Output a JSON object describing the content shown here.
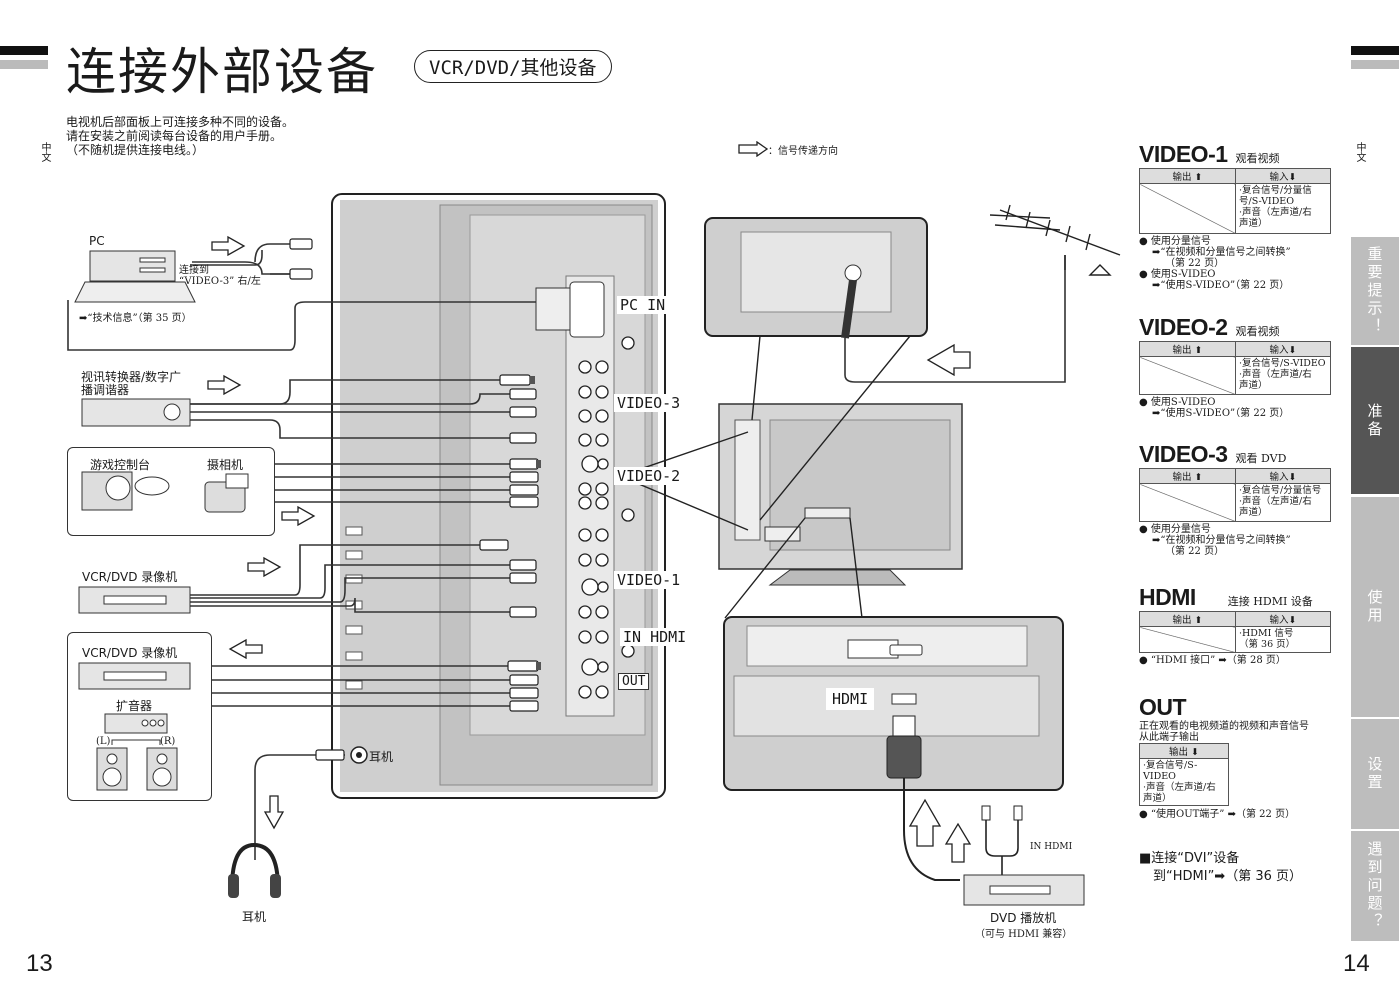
{
  "header": {
    "title": "连接外部设备",
    "subtitle": "VCR/DVD/其他设备"
  },
  "intro": {
    "line1": "电视机后部面板上可连接多种不同的设备。",
    "line2": "请在安装之前阅读每台设备的用户手册。",
    "line3": "（不随机提供连接电线。）"
  },
  "side_label": "中文",
  "legend": {
    "text": "：信号传递方向"
  },
  "pages": {
    "left": "13",
    "right": "14"
  },
  "devices": {
    "pc": "PC",
    "pc_connect_1": "连接到",
    "pc_connect_2": "“VIDEO-3” 右/左",
    "pc_ref": "➡“技术信息”（第 35 页）",
    "tuner_1": "视讯转换器/数字广",
    "tuner_2": "播调谐器",
    "game": "游戏控制台",
    "camcorder": "摄相机",
    "vcr_in": "VCR/DVD 录像机",
    "vcr_out": "VCR/DVD 录像机",
    "amp": "扩音器",
    "speaker_l": "(L)",
    "speaker_r": "(R)",
    "headphone_jack": "耳机",
    "headphones": "耳机",
    "dvd": "DVD 播放机",
    "dvd_note": "（可与 HDMI 兼容）",
    "in_hdmi_small": "IN HDMI"
  },
  "ports": {
    "pc_in": "PC IN",
    "video3": "VIDEO-3",
    "video2": "VIDEO-2",
    "video1": "VIDEO-1",
    "in_hdmi": "IN HDMI",
    "out": "OUT",
    "hdmi": "HDMI"
  },
  "sections": {
    "video1": {
      "name": "VIDEO-1",
      "desc": "观看视频",
      "out": "输出 ⬆",
      "in": "输入⬇",
      "in_text": [
        "·复合信号/分量信",
        "号/S-VIDEO",
        "·声音（左声道/右",
        "声道）"
      ],
      "notes": [
        "● 使用分量信号",
        "➡“在视频和分量信号之间转换”",
        "（第 22 页）",
        "● 使用S-VIDEO",
        "➡“使用S-VIDEO”（第 22 页）"
      ]
    },
    "video2": {
      "name": "VIDEO-2",
      "desc": "观看视频",
      "out": "输出 ⬆",
      "in": "输入⬇",
      "in_text": [
        "·复合信号/S-VIDEO",
        "·声音（左声道/右",
        "声道）"
      ],
      "notes": [
        "● 使用S-VIDEO",
        "➡“使用S-VIDEO”（第 22 页）"
      ]
    },
    "video3": {
      "name": "VIDEO-3",
      "desc": "观看 DVD",
      "out": "输出 ⬆",
      "in": "输入⬇",
      "in_text": [
        "·复合信号/分量信号",
        "·声音（左声道/右",
        "声道）"
      ],
      "notes": [
        "● 使用分量信号",
        "➡“在视频和分量信号之间转换”",
        "（第 22 页）"
      ]
    },
    "hdmi": {
      "name": "HDMI",
      "desc": "连接 HDMI 设备",
      "out": "输出 ⬆",
      "in": "输入⬇",
      "in_text": [
        "·HDMI 信号",
        "（第 36 页）"
      ],
      "notes": [
        "● “HDMI 接口” ➡（第 28 页）"
      ]
    },
    "out": {
      "name": "OUT",
      "desc_1": "正在观看的电视频道的视频和声音信号",
      "desc_2": "从此端子输出",
      "out": "输出 ⬇",
      "out_text": [
        "·复合信号/S-VIDEO",
        "·声音（左声道/右",
        "声道）"
      ],
      "notes": [
        "● “使用OUT端子” ➡（第 22 页）"
      ]
    }
  },
  "dvi": {
    "line1": "■连接“DVI”设备",
    "line2": "到“HDMI”➡（第 36 页）"
  },
  "tabs": [
    "重要提示！",
    "准备",
    "使用",
    "设置",
    "遇到问题？"
  ],
  "colors": {
    "tab_dark": "#555555",
    "tab_light": "#bdbdbd",
    "panel": "#cfcfcf"
  }
}
